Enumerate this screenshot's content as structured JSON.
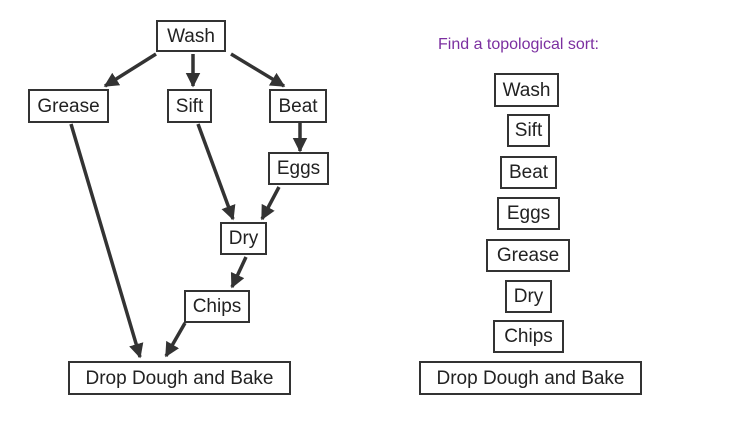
{
  "colors": {
    "edge": "#333333",
    "prompt": "#7b2fa0",
    "text": "#222222"
  },
  "graph": {
    "nodes": [
      {
        "id": "wash",
        "label": "Wash"
      },
      {
        "id": "grease",
        "label": "Grease"
      },
      {
        "id": "sift",
        "label": "Sift"
      },
      {
        "id": "beat",
        "label": "Beat"
      },
      {
        "id": "eggs",
        "label": "Eggs"
      },
      {
        "id": "dry",
        "label": "Dry"
      },
      {
        "id": "chips",
        "label": "Chips"
      },
      {
        "id": "bake",
        "label": "Drop Dough and Bake"
      }
    ],
    "edges": [
      {
        "from": "wash",
        "to": "grease"
      },
      {
        "from": "wash",
        "to": "sift"
      },
      {
        "from": "wash",
        "to": "beat"
      },
      {
        "from": "beat",
        "to": "eggs"
      },
      {
        "from": "sift",
        "to": "dry"
      },
      {
        "from": "eggs",
        "to": "dry"
      },
      {
        "from": "dry",
        "to": "chips"
      },
      {
        "from": "grease",
        "to": "bake"
      },
      {
        "from": "chips",
        "to": "bake"
      }
    ]
  },
  "prompt": "Find a topological sort:",
  "sorted": [
    "Wash",
    "Sift",
    "Beat",
    "Eggs",
    "Grease",
    "Dry",
    "Chips",
    "Drop Dough and Bake"
  ]
}
